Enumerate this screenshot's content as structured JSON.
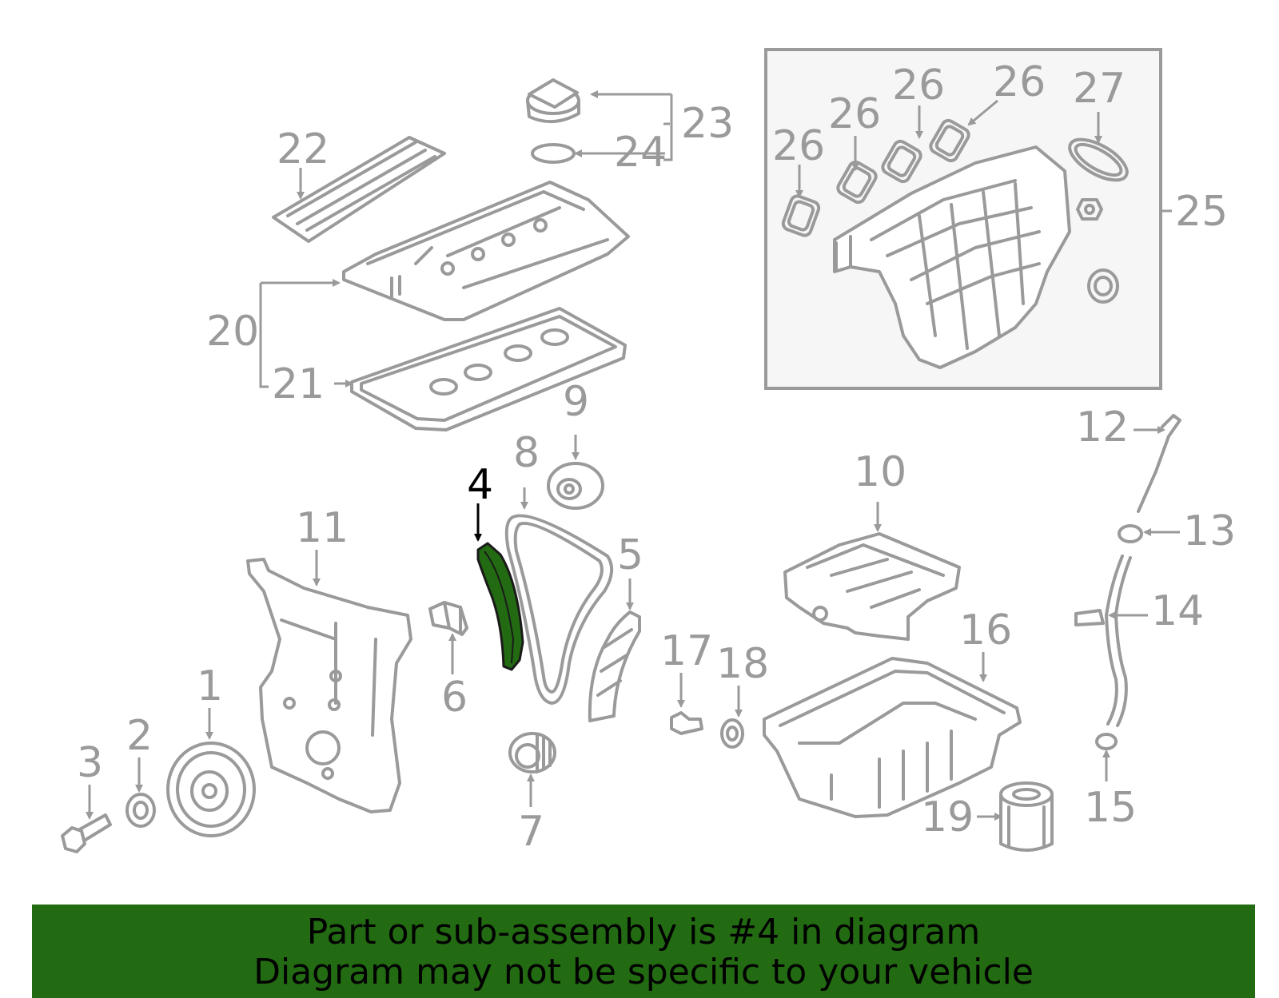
{
  "callouts": {
    "n1": "1",
    "n2": "2",
    "n3": "3",
    "n4": "4",
    "n5": "5",
    "n6": "6",
    "n7": "7",
    "n8": "8",
    "n9": "9",
    "n10": "10",
    "n11": "11",
    "n12": "12",
    "n13": "13",
    "n14": "14",
    "n15": "15",
    "n16": "16",
    "n17": "17",
    "n18": "18",
    "n19": "19",
    "n20": "20",
    "n21": "21",
    "n22": "22",
    "n23": "23",
    "n24": "24",
    "n25": "25",
    "n26a": "26",
    "n26b": "26",
    "n26c": "26",
    "n26d": "26",
    "n27": "27"
  },
  "highlight": {
    "part": "4",
    "color": "#236b12"
  },
  "banner": {
    "line1": "Part or sub-assembly is #4 in diagram",
    "line2": "Diagram may not be specific to your vehicle",
    "color": "#236b12"
  }
}
